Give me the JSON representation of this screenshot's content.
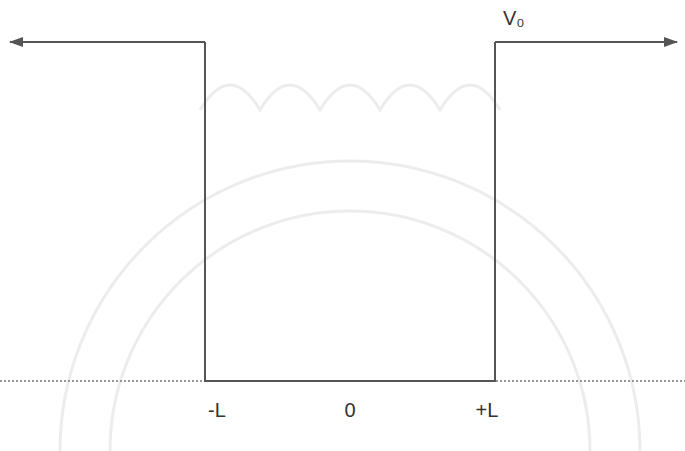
{
  "diagram": {
    "labels": [
      "V₀",
      "-L",
      "0",
      "+L"
    ]
  }
}
